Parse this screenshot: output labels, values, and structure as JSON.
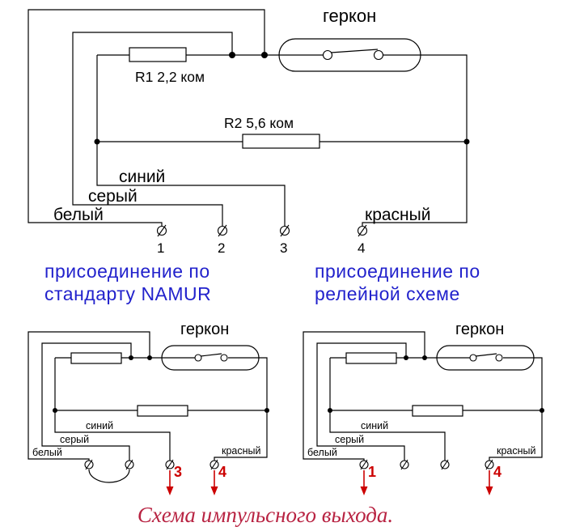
{
  "colors": {
    "wire": "#000000",
    "title_blue": "#2222cc",
    "terminal_red": "#cc0000",
    "caption_red": "#b82342",
    "background": "#ffffff"
  },
  "main": {
    "reed_label": "геркон",
    "r1_label": "R1  2,2 ком",
    "r2_label": "R2 5,6 ком",
    "wire_blue": "синий",
    "wire_gray": "серый",
    "wire_white": "белый",
    "wire_red": "красный",
    "terminals": [
      "1",
      "2",
      "3",
      "4"
    ]
  },
  "namur": {
    "title_line1": "присоединение по",
    "title_line2": "стандарту  NAMUR",
    "reed_label": "геркон",
    "wire_blue": "синий",
    "wire_gray": "серый",
    "wire_white": "белый",
    "wire_red": "красный",
    "output_a": "3",
    "output_b": "4"
  },
  "relay": {
    "title_line1": "присоединение по",
    "title_line2": "релейной схеме",
    "reed_label": "геркон",
    "wire_blue": "синий",
    "wire_gray": "серый",
    "wire_white": "белый",
    "wire_red": "красный",
    "output_a": "1",
    "output_b": "4"
  },
  "caption": "Схема импульсного выхода."
}
